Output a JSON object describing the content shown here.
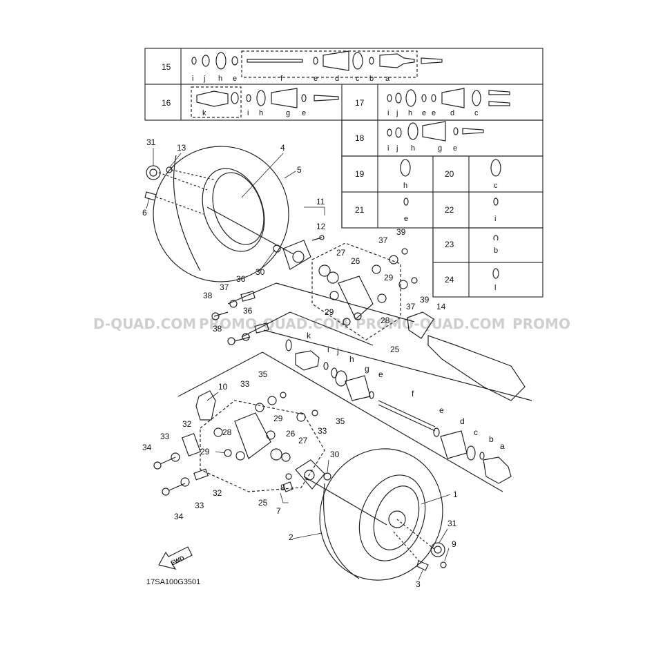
{
  "diagram_code": "17SA100G3501",
  "watermark": [
    "D-QUAD.COM",
    "PROMO-QUAD.COM",
    "PROMO-QUAD.COM",
    "PROMO"
  ],
  "fwd_label": "FWD",
  "table": {
    "rows": [
      {
        "num": "15",
        "letters": [
          "i",
          "j",
          "h",
          "e",
          "f",
          "e",
          "d",
          "c",
          "b",
          "a"
        ]
      },
      {
        "num": "16",
        "letters": [
          "k",
          "i",
          "h",
          "g",
          "e"
        ]
      },
      {
        "num": "17",
        "letters": [
          "i",
          "j",
          "h",
          "e",
          "e",
          "d",
          "c"
        ]
      },
      {
        "num": "18",
        "letters": [
          "i",
          "j",
          "h",
          "g",
          "e"
        ]
      },
      {
        "num": "19",
        "letters": [
          "h"
        ]
      },
      {
        "num": "20",
        "letters": [
          "c"
        ]
      },
      {
        "num": "21",
        "letters": [
          "e"
        ]
      },
      {
        "num": "22",
        "letters": [
          "i"
        ]
      },
      {
        "num": "23",
        "letters": [
          "b"
        ]
      },
      {
        "num": "24",
        "letters": [
          "l"
        ]
      }
    ]
  },
  "callouts": [
    "31",
    "13",
    "4",
    "5",
    "6",
    "11",
    "12",
    "30",
    "37",
    "39",
    "27",
    "26",
    "29",
    "36",
    "38",
    "37",
    "36",
    "38",
    "29",
    "28",
    "14",
    "37",
    "39",
    "25",
    "k",
    "i",
    "j",
    "h",
    "g",
    "e",
    "f",
    "e",
    "d",
    "c",
    "b",
    "a",
    "10",
    "33",
    "35",
    "32",
    "29",
    "28",
    "26",
    "27",
    "33",
    "35",
    "34",
    "33",
    "29",
    "30",
    "32",
    "25",
    "8",
    "7",
    "34",
    "1",
    "2",
    "31",
    "9",
    "3"
  ]
}
